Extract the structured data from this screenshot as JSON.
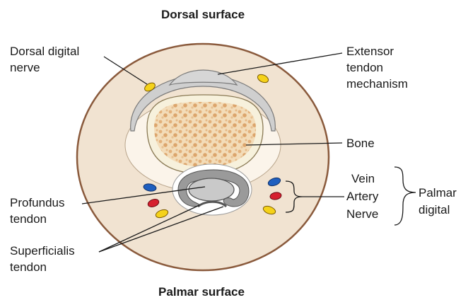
{
  "title_top": "Dorsal surface",
  "title_bottom": "Palmar surface",
  "labels": {
    "dorsal_digital_nerve": [
      "Dorsal digital",
      "nerve"
    ],
    "extensor": [
      "Extensor",
      "tendon",
      "mechanism"
    ],
    "bone": "Bone",
    "vein": "Vein",
    "artery": "Artery",
    "nerve": "Nerve",
    "palmar_digital": [
      "Palmar",
      "digital"
    ],
    "profundus": [
      "Profundus",
      "tendon"
    ],
    "superficialis": [
      "Superficialis",
      "tendon"
    ]
  },
  "colors": {
    "skin": "#f1e3d1",
    "skin_edge": "#8a5a3c",
    "inner": "#fbf4ea",
    "tendon": "#cfcfcf",
    "bone_cortex": "#f7f1dc",
    "bone_marrow": "#e8bf8a",
    "vein": "#1f5fbf",
    "artery": "#d6202f",
    "nerve": "#f5d21a"
  }
}
